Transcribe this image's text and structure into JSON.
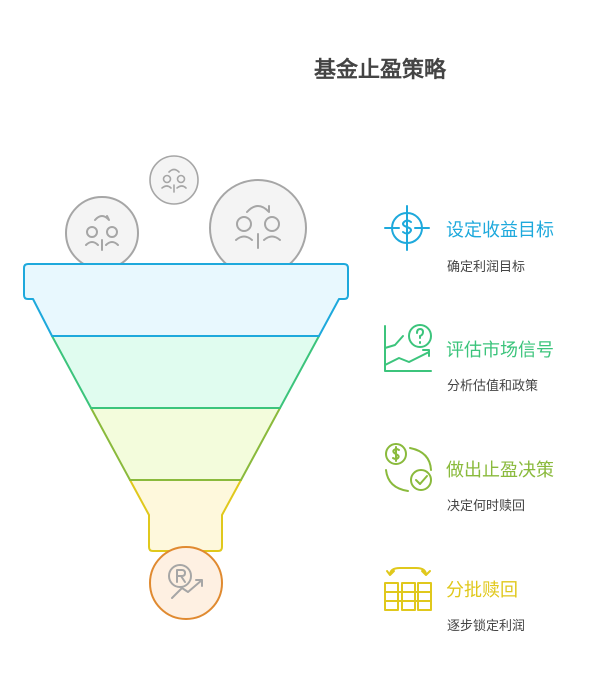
{
  "title": "基金止盈策略",
  "colors": {
    "blue": "#1ea9dc",
    "green": "#3cc47c",
    "olive": "#8aba3c",
    "yellow": "#e0c81c",
    "orange": "#e08a30",
    "gray": "#a6a6a6"
  },
  "stages": [
    {
      "title": "设定收益目标",
      "subtitle": "确定利润目标",
      "icon": "dollar-target-icon"
    },
    {
      "title": "评估市场信号",
      "subtitle": "分析估值和政策",
      "icon": "chart-question-icon"
    },
    {
      "title": "做出止盈决策",
      "subtitle": "决定何时赎回",
      "icon": "dollar-check-cycle-icon"
    },
    {
      "title": "分批赎回",
      "subtitle": "逐步锁定利润",
      "icon": "batch-redeem-icon"
    }
  ]
}
